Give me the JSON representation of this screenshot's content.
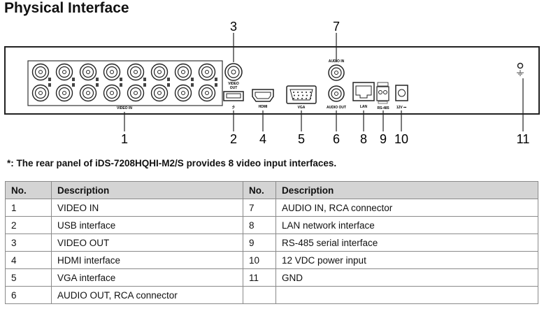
{
  "heading": "Physical Interface",
  "diagram": {
    "callouts": [
      "1",
      "2",
      "3",
      "4",
      "5",
      "6",
      "7",
      "8",
      "9",
      "10",
      "11"
    ],
    "panel_labels": {
      "video_in": "VIDEO IN",
      "video_out_line1": "VIDEO",
      "video_out_line2": "OUT",
      "hdmi": "HDMI",
      "vga": "VGA",
      "audio_in": "AUDIO IN",
      "audio_out": "AUDIO OUT",
      "lan": "LAN",
      "rs485": "RS-485",
      "dc12v": "12V ⎓"
    }
  },
  "note": "*: The rear panel of iDS-7208HQHI-M2/S provides 8 video input interfaces.",
  "table": {
    "headers": [
      "No.",
      "Description",
      "No.",
      "Description"
    ],
    "rows": [
      [
        "1",
        "VIDEO IN",
        "7",
        "AUDIO IN, RCA connector"
      ],
      [
        "2",
        "USB interface",
        "8",
        "LAN network interface"
      ],
      [
        "3",
        "VIDEO OUT",
        "9",
        "RS-485 serial interface"
      ],
      [
        "4",
        "HDMI interface",
        "10",
        "12 VDC power input"
      ],
      [
        "5",
        "VGA interface",
        "11",
        "GND"
      ],
      [
        "6",
        "AUDIO OUT, RCA connector",
        "",
        ""
      ]
    ]
  }
}
